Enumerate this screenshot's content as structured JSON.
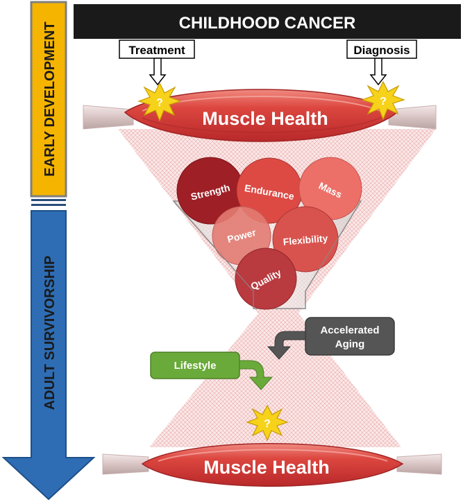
{
  "title_bar": {
    "text": "CHILDHOOD CANCER"
  },
  "callouts": {
    "treatment": "Treatment",
    "diagnosis": "Diagnosis"
  },
  "question_mark": "?",
  "timeline": {
    "early": "EARLY DEVELOPMENT",
    "adult": "ADULT  SURVIVORSHIP"
  },
  "muscle": {
    "top_label": "Muscle Health",
    "bottom_label": "Muscle Health"
  },
  "funnel_components": [
    "Strength",
    "Endurance",
    "Mass",
    "Power",
    "Flexibility",
    "Quality"
  ],
  "factors": {
    "accelerated_aging": [
      "Accelerated",
      "Aging"
    ],
    "lifestyle": "Lifestyle"
  },
  "colors": {
    "title_bar": "#1a1a1a",
    "early_bar": "#f5b400",
    "adult_bar": "#2e6db4",
    "muscle": "#d8403c",
    "burst": "#f7d21a",
    "aging_box": "#555555",
    "lifestyle_box": "#6aaa3a"
  }
}
